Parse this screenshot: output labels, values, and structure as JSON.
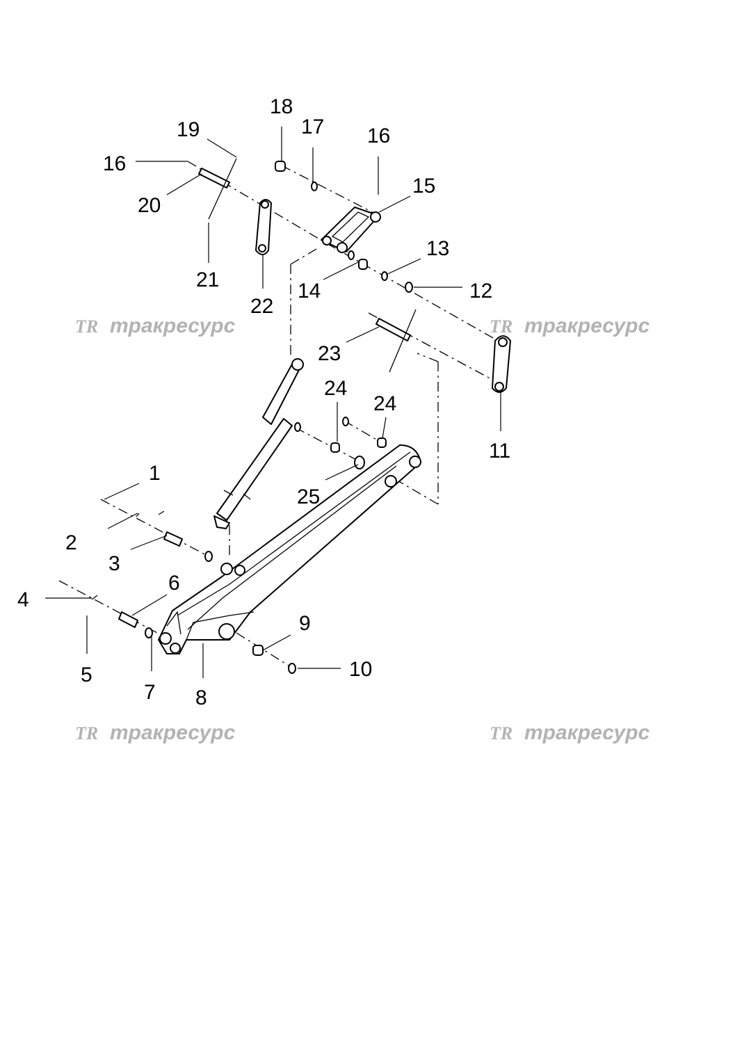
{
  "callouts": {
    "c1": "1",
    "c2": "2",
    "c3": "3",
    "c4": "4",
    "c5": "5",
    "c6": "6",
    "c7": "7",
    "c8": "8",
    "c9": "9",
    "c10": "10",
    "c11": "11",
    "c12": "12",
    "c13": "13",
    "c14": "14",
    "c15": "15",
    "c16a": "16",
    "c16b": "16",
    "c17": "17",
    "c18": "18",
    "c19": "19",
    "c20": "20",
    "c21": "21",
    "c22": "22",
    "c23": "23",
    "c24a": "24",
    "c24b": "24",
    "c25": "25"
  },
  "watermark": {
    "logo": "TR",
    "brand": "тракресурс"
  }
}
